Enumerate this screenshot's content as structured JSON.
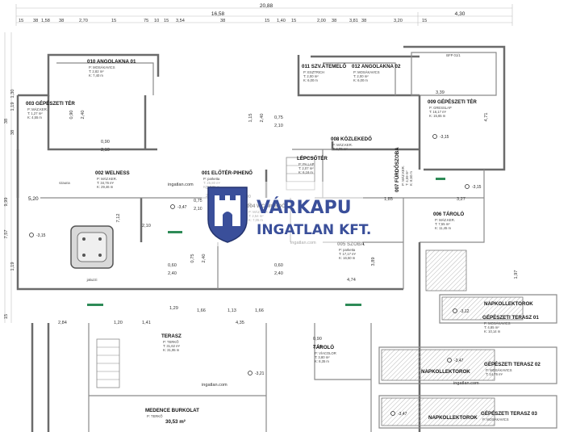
{
  "brand": {
    "name": "VÁRKAPU",
    "sub": "INGATLAN KFT.",
    "color": "#3a4f9a"
  },
  "top_dims": {
    "total": "20,88",
    "left_total": "16,58",
    "right_total": "4,30",
    "row": [
      "15",
      "38",
      "1,58",
      "38",
      "2,70",
      "15",
      "75",
      "10",
      "15",
      "3,54",
      "38",
      "15",
      "1,40",
      "15",
      "2,00",
      "38",
      "3,81",
      "38",
      "3,20",
      "15"
    ]
  },
  "rooms": [
    {
      "id": "r010",
      "name": "010 ANGOLAKNA 01",
      "lines": [
        "P:   MOSÁKAVICS",
        "T:   2,82 m²",
        "K:   7,40 m"
      ]
    },
    {
      "id": "r011",
      "name": "011 SZV.ÁTEMELŐ",
      "lines": [
        "P:  ESZTRICH",
        "T:  2,00 m²",
        "K:  6,00 m"
      ]
    },
    {
      "id": "r012",
      "name": "012 ANGOLAKNA 02",
      "lines": [
        "P:  MOSÁKAVICS",
        "T:  2,00 m²",
        "K:  6,00 m"
      ]
    },
    {
      "id": "r003",
      "name": "003  GÉPÉSZETI TÉR",
      "lines": [
        "P:   MÁZ.KER.",
        "T:   1,27 m²",
        "K:   4,55 m"
      ]
    },
    {
      "id": "r009",
      "name": "009 GÉPÉSZETI TÉR",
      "lines": [
        "P:   GRESSLAP",
        "T:   16,17 m²",
        "K:   15,65 m"
      ]
    },
    {
      "id": "r008",
      "name": "008 KÖZLEKEDŐ",
      "lines": [
        "P:  MÁZ.KER.",
        "T:  4,76 m²"
      ]
    },
    {
      "id": "r002",
      "name": "002 WELNESS",
      "lines": [
        "P:   MÁZ.KER.",
        "T:   34,76 m²",
        "K:   29,46 m"
      ]
    },
    {
      "id": "r001",
      "name": "001 ELŐTÉR-PIHENŐ",
      "lines": [
        "P:   parketta",
        "T:   26,80 m²",
        "K:   22,20 m"
      ]
    },
    {
      "id": "rlep",
      "name": "LÉPCSŐTÉR",
      "lines": [
        "P:  PA.LAP",
        "T:  2,07 m²",
        "K:  6,16 m"
      ]
    },
    {
      "id": "r007",
      "name": "007 FÜRDŐSZOBA",
      "lines": [
        "P: MÁZ.KER.",
        "T: 4,59 m²",
        "K: 8,60 m"
      ]
    },
    {
      "id": "r004",
      "name": "004 WC-MOSDÓ",
      "lines": [
        "P:  MÁZ.KER.",
        "T:  2,54 m²",
        "K:  7,05 m"
      ]
    },
    {
      "id": "r006",
      "name": "006 TÁROLÓ",
      "lines": [
        "P:  MÁZ.KER.",
        "T:  7,55 m²",
        "K:  11,45 m"
      ]
    },
    {
      "id": "r005",
      "name": "005 SZOBA",
      "lines": [
        "P:   parketta",
        "T:   17,17 m²",
        "K:   16,50 m"
      ]
    },
    {
      "id": "rterasz",
      "name": "TERASZ",
      "lines": [
        "P:   TERKŐ",
        "T:   31,62 m²",
        "K:   31,95 m"
      ]
    },
    {
      "id": "rtarolo",
      "name": "TÁROLÓ",
      "lines": [
        "P:  VÍACOLOR",
        "T:  3,80 m²",
        "K:  8,35 m"
      ]
    },
    {
      "id": "rgt01",
      "name": "GÉPÉSZETI TERASZ 01",
      "lines": [
        "P:   MOSÁKAVICS",
        "T:   4,85 m²",
        "K:   10,14 m"
      ]
    },
    {
      "id": "rgt02",
      "name": "GÉPÉSZETI TERASZ 02",
      "lines": [
        "P:   MOSÁKAVICS",
        "T:   14,76 m²"
      ]
    },
    {
      "id": "rgt03",
      "name": "GÉPÉSZETI TERASZ 03",
      "lines": [
        "P:   MOSÁKAVICS"
      ]
    },
    {
      "id": "rmb",
      "name": "MEDENCE BURKOLAT",
      "lines": [
        "P:   TERKŐ"
      ],
      "area": "30,53 m²"
    }
  ],
  "napkollektor": [
    "NAPKOLLEKTOROK",
    "NAPKOLLEKTOROK",
    "NAPKOLLEKTOROK"
  ],
  "levels": [
    "-3,15",
    "-3,15",
    "-3,15",
    "-3,21",
    "-3,12",
    "-3,47",
    "-3,47",
    "-3,47"
  ],
  "plan_dims": {
    "row1": [
      "5,20",
      "2,10",
      "7,12"
    ],
    "dim_a": [
      "0,90",
      "2,10"
    ],
    "dim_b": [
      "0,90",
      "2,40"
    ],
    "dim_c": [
      "0,75",
      "2,10"
    ],
    "dim_d": [
      "0,90",
      "2,10"
    ],
    "dim_e": [
      "0,60",
      "2,40"
    ],
    "dim_f": [
      "0,75",
      "2,40"
    ],
    "dim_g": [
      "0,60",
      "2,40"
    ],
    "dim_h": [
      "0,75",
      "2,10"
    ],
    "dim_i": [
      "1,85",
      "3,27"
    ],
    "dim_j": [
      "4,74",
      "3,89"
    ],
    "dim_k": [
      "3,39",
      "4,71"
    ],
    "dim_l": [
      "0,90",
      "2,10"
    ],
    "dim_m": [
      "1,15",
      "2,40"
    ],
    "dim_n": [
      "1,29",
      "1,66",
      "1,13",
      "1,66",
      "4,35",
      "1,41",
      "1,20",
      "2,84"
    ],
    "dim_o": [
      "0,90",
      "2,10"
    ],
    "side_left": [
      "9,99",
      "1,19",
      "38",
      "1,30",
      "7,57",
      "38",
      "15",
      "1,19"
    ],
    "side_right": [
      "1,97"
    ]
  },
  "fixtures": {
    "tub_label": "jakuzzi",
    "sauna_label": "szauna",
    "bfp": "BFP 01/1"
  },
  "watermark": "ingatlan.com"
}
